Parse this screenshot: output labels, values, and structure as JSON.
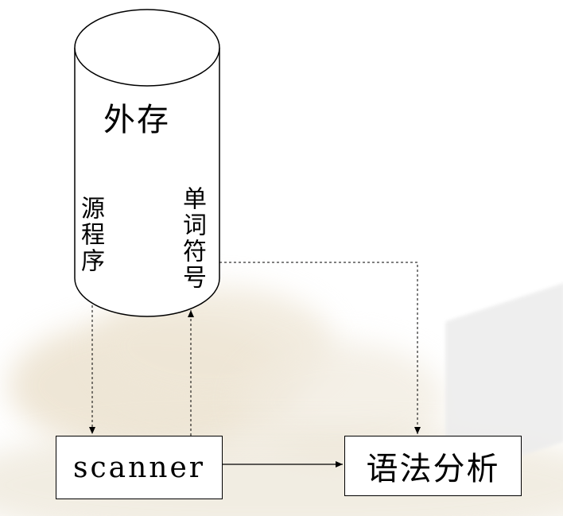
{
  "storage": {
    "title": "外存",
    "source_label": "源程序",
    "token_label": "单词符号"
  },
  "scanner": {
    "label": "scanner"
  },
  "parser": {
    "label": "语法分析"
  },
  "colors": {
    "stroke": "#000000",
    "fill": "#ffffff"
  }
}
